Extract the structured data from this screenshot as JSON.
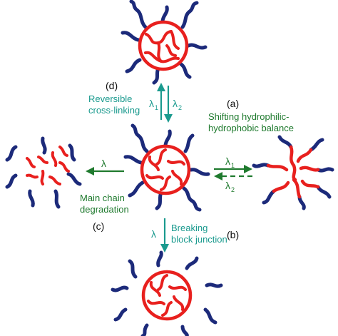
{
  "labels": {
    "d_letter": "(d)",
    "d_text_1": "Reversible",
    "d_text_2": "cross-linking",
    "d_lambda_up": "λ",
    "d_lambda_up_sub": "1",
    "d_lambda_down": "λ",
    "d_lambda_down_sub": "2",
    "a_letter": "(a)",
    "a_text_1": "Shifting hydrophilic-",
    "a_text_2": "hydrophobic balance",
    "a_lambda_fwd": "λ",
    "a_lambda_fwd_sub": "1",
    "a_lambda_back": "λ",
    "a_lambda_back_sub": "2",
    "c_lambda": "λ",
    "c_text_1": "Main chain",
    "c_text_2": "degradation",
    "c_letter": "(c)",
    "b_lambda": "λ",
    "b_text_1": "Breaking",
    "b_text_2": "block junction",
    "b_letter": "(b)"
  },
  "colors": {
    "core": "#e8201e",
    "corona": "#1c2a7a",
    "teal": "#1a9a8e",
    "green": "#1f7a2e",
    "text": "#111111"
  }
}
